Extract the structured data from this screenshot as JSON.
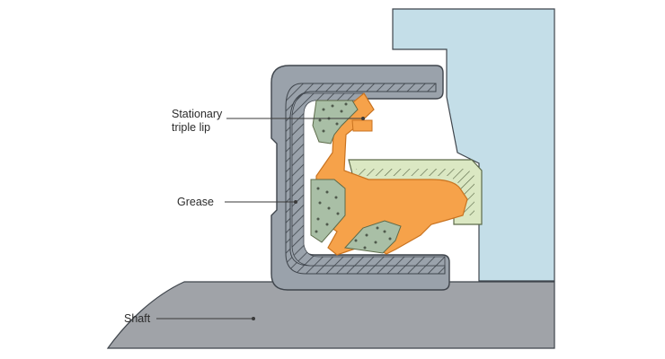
{
  "labels": {
    "stationary_line1": "Stationary",
    "stationary_line2": "triple lip",
    "grease": "Grease",
    "shaft": "Shaft"
  },
  "colors": {
    "housing": "#c4dee8",
    "metal_case": "#9aa2ab",
    "metal_case_edge": "#3f454c",
    "rubber": "#f6a24a",
    "rubber_edge": "#d9802a",
    "grease": "#a9bfa6",
    "sleeve": "#dbe8c3",
    "shaft": "#a0a3a8",
    "leader": "#3a3a3a"
  }
}
